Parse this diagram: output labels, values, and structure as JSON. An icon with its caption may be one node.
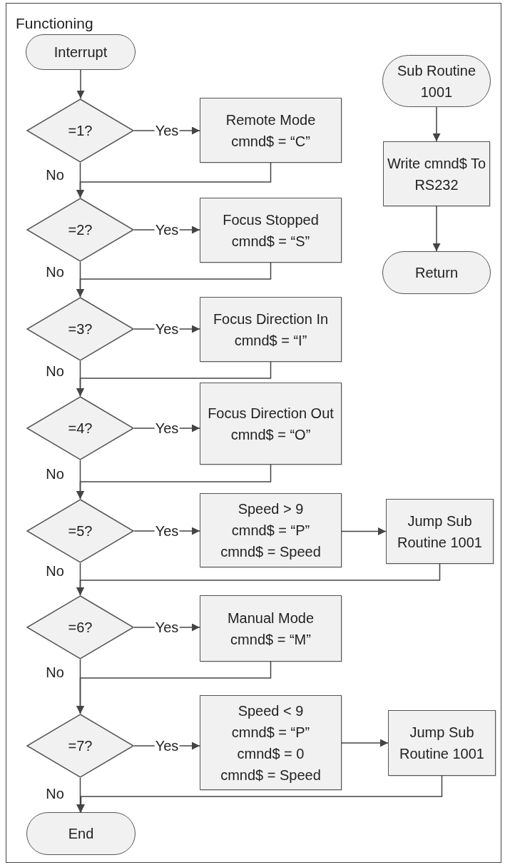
{
  "diagram": {
    "title": "Functioning",
    "nodes": [
      {
        "text": [
          "Interrupt"
        ]
      },
      {
        "text": [
          "=1?"
        ]
      },
      {
        "text": [
          "Remote Mode",
          "cmnd$ = “C”"
        ]
      },
      {
        "text": [
          "=2?"
        ]
      },
      {
        "text": [
          "Focus Stopped",
          "cmnd$ = “S”"
        ]
      },
      {
        "text": [
          "=3?"
        ]
      },
      {
        "text": [
          "Focus Direction In",
          "cmnd$ = “I”"
        ]
      },
      {
        "text": [
          "=4?"
        ]
      },
      {
        "text": [
          "Focus Direction Out",
          "cmnd$ = “O”"
        ]
      },
      {
        "text": [
          "=5?"
        ]
      },
      {
        "text": [
          "Speed > 9",
          "cmnd$ = “P”",
          "cmnd$ = Speed"
        ]
      },
      {
        "text": [
          "Jump Sub Routine 1001"
        ]
      },
      {
        "text": [
          "=6?"
        ]
      },
      {
        "text": [
          "Manual Mode",
          "cmnd$ = “M”"
        ]
      },
      {
        "text": [
          "=7?"
        ]
      },
      {
        "text": [
          "Speed < 9",
          "cmnd$ = “P”",
          "cmnd$ = 0",
          "cmnd$ = Speed"
        ]
      },
      {
        "text": [
          "Jump Sub Routine 1001"
        ]
      },
      {
        "text": [
          "End"
        ]
      },
      {
        "text": [
          "Sub Routine 1001"
        ]
      },
      {
        "text": [
          "Write cmnd$ To RS232"
        ]
      },
      {
        "text": [
          "Return"
        ]
      }
    ],
    "edges": [
      {
        "from": 0,
        "to": 1,
        "arrow": "to"
      },
      {
        "from": 1,
        "to": 2,
        "arrow": "to",
        "label": "Yes"
      },
      {
        "from": 2,
        "to": 3,
        "arrow": "to"
      },
      {
        "from": 1,
        "to": 3,
        "arrow": "to",
        "label": "No"
      },
      {
        "from": 3,
        "to": 4,
        "arrow": "to",
        "label": "Yes"
      },
      {
        "from": 4,
        "to": 5,
        "arrow": "to"
      },
      {
        "from": 3,
        "to": 5,
        "arrow": "to",
        "label": "No"
      },
      {
        "from": 5,
        "to": 6,
        "arrow": "to",
        "label": "Yes"
      },
      {
        "from": 6,
        "to": 7,
        "arrow": "to"
      },
      {
        "from": 5,
        "to": 7,
        "arrow": "to",
        "label": "No"
      },
      {
        "from": 7,
        "to": 8,
        "arrow": "to",
        "label": "Yes"
      },
      {
        "from": 8,
        "to": 9,
        "arrow": "to"
      },
      {
        "from": 7,
        "to": 9,
        "arrow": "to",
        "label": "No"
      },
      {
        "from": 9,
        "to": 10,
        "arrow": "to",
        "label": "Yes"
      },
      {
        "from": 10,
        "to": 11,
        "arrow": "to"
      },
      {
        "from": 11,
        "to": 12,
        "arrow": "to"
      },
      {
        "from": 9,
        "to": 12,
        "arrow": "to",
        "label": "No"
      },
      {
        "from": 12,
        "to": 13,
        "arrow": "to",
        "label": "Yes"
      },
      {
        "from": 13,
        "to": 14,
        "arrow": "to"
      },
      {
        "from": 12,
        "to": 14,
        "arrow": "to",
        "label": "No"
      },
      {
        "from": 14,
        "to": 15,
        "arrow": "to",
        "label": "Yes"
      },
      {
        "from": 15,
        "to": 16,
        "arrow": "to"
      },
      {
        "from": 16,
        "to": 17,
        "arrow": "to"
      },
      {
        "from": 14,
        "to": 17,
        "arrow": "to",
        "label": "No"
      },
      {
        "from": 18,
        "to": 19,
        "arrow": "to"
      },
      {
        "from": 19,
        "to": 20,
        "arrow": "to"
      }
    ]
  }
}
